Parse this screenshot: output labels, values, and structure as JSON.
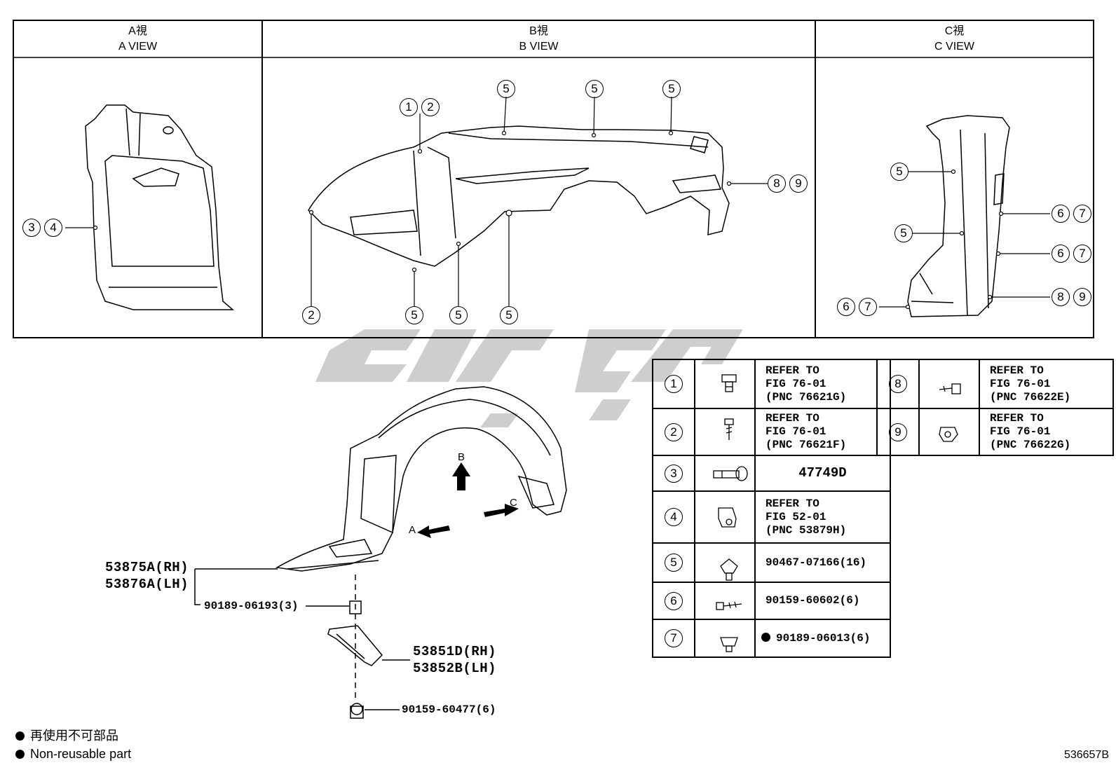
{
  "views": {
    "a": {
      "jp": "A視",
      "en": "A VIEW"
    },
    "b": {
      "jp": "B視",
      "en": "B VIEW"
    },
    "c": {
      "jp": "C視",
      "en": "C VIEW"
    }
  },
  "callouts": {
    "a_view": [
      "3",
      "4"
    ],
    "b_view": [
      "1",
      "2",
      "5",
      "5",
      "5",
      "8",
      "9",
      "2",
      "5",
      "5",
      "5"
    ],
    "c_view": [
      "5",
      "6",
      "7",
      "5",
      "6",
      "7",
      "6",
      "7",
      "8",
      "9"
    ]
  },
  "direction_arrows": {
    "a": "A",
    "b": "B",
    "c": "C"
  },
  "part_labels": {
    "liner_rh": "53875A(RH)",
    "liner_lh": "53876A(LH)",
    "clip_upper": "90189-06193(3)",
    "seal_rh": "53851D(RH)",
    "seal_lh": "53852B(LH)",
    "bolt_bottom": "90159-60477(6)"
  },
  "legend": [
    {
      "num": "1",
      "icon": "clip-icon",
      "desc": "REFER TO\nFIG 76-01\n(PNC 76621G)"
    },
    {
      "num": "2",
      "icon": "screw-icon",
      "desc": "REFER TO\nFIG 76-01\n(PNC 76621F)"
    },
    {
      "num": "3",
      "icon": "fastener-icon",
      "desc": "47749D"
    },
    {
      "num": "4",
      "icon": "nut-clip-icon",
      "desc": "REFER TO\nFIG 52-01\n(PNC 53879H)"
    },
    {
      "num": "5",
      "icon": "push-clip-icon",
      "desc": "90467-07166(16)"
    },
    {
      "num": "6",
      "icon": "bolt-icon",
      "desc": "90159-60602(6)"
    },
    {
      "num": "7",
      "icon": "nut-icon",
      "desc": "90189-06013(6)",
      "non_reusable": true
    },
    {
      "num": "8",
      "icon": "screw-grommet-icon",
      "desc": "REFER TO\nFIG 76-01\n(PNC 76622E)"
    },
    {
      "num": "9",
      "icon": "grommet-icon",
      "desc": "REFER TO\nFIG 76-01\n(PNC 76622G)"
    }
  ],
  "notes": {
    "jp": "再使用不可部品",
    "en": "Non-reusable part"
  },
  "figure_code": "536657B"
}
